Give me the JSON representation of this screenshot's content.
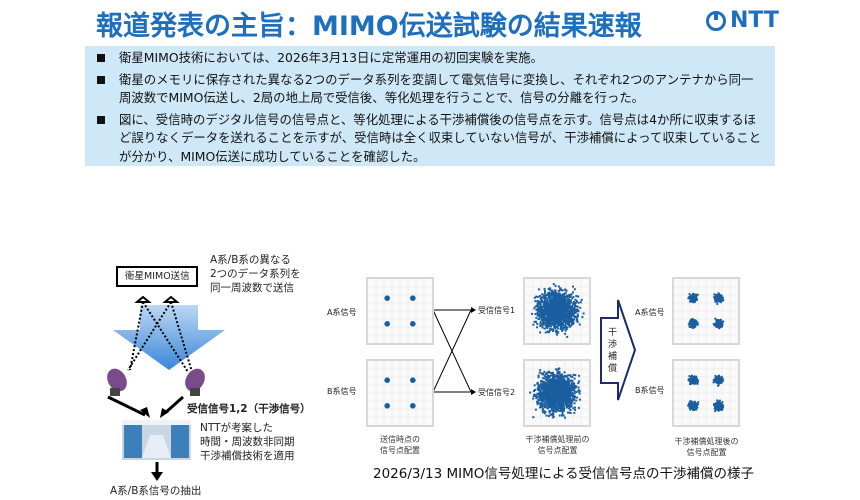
{
  "header": {
    "title": "報道発表の主旨：MIMO伝送試験の結果速報",
    "logo": "NTT",
    "accent": "#1f6fbf"
  },
  "bullets": [
    "衛星MIMO技術においては、2026年3月13日に定常運用の初回実験を実施。",
    "衛星のメモリに保存された異なる2つのデータ系列を変調して電気信号に変換し、それぞれ2つのアンテナから同一周波数でMIMO伝送し、2局の地上局で受信後、等化処理を行うことで、信号の分離を行った。",
    "図に、受信時のデジタル信号の信号点と、等化処理による干渉補償後の信号点を示す。信号点は4か所に収束するほど誤りなくデータを送れることを示すが、受信時は全く収束していない信号が、干渉補償によって収束していることが分かり、MIMO伝送に成功していることを確認した。"
  ],
  "left_diagram": {
    "satellite_box": "衛星MIMO送信",
    "tx_note": [
      "A系/B系の異なる",
      "2つのデータ系列を",
      "同一周波数で送信"
    ],
    "rx_label": "受信信号1,2（干渉信号）",
    "tech_note": [
      "NTTが考案した",
      "時間・周波数非同期",
      "干渉補償技術を適用"
    ],
    "output": "A系/B系信号の抽出"
  },
  "right_diagram": {
    "input_labels": [
      "A系信号",
      "B系信号"
    ],
    "received_labels": [
      "受信信号1",
      "受信信号2"
    ],
    "process_label": "干渉補償",
    "output_labels": [
      "A系信号",
      "B系信号"
    ],
    "captions": [
      [
        "送信時点の",
        "信号点配置"
      ],
      [
        "干渉補償処理前の",
        "信号点配置"
      ],
      [
        "干渉補償処理後の",
        "信号点配置"
      ]
    ],
    "point_color": "#1a5fa0",
    "figure_caption": "2026/3/13 MIMO信号処理による受信信号点の干渉補償の様子"
  }
}
